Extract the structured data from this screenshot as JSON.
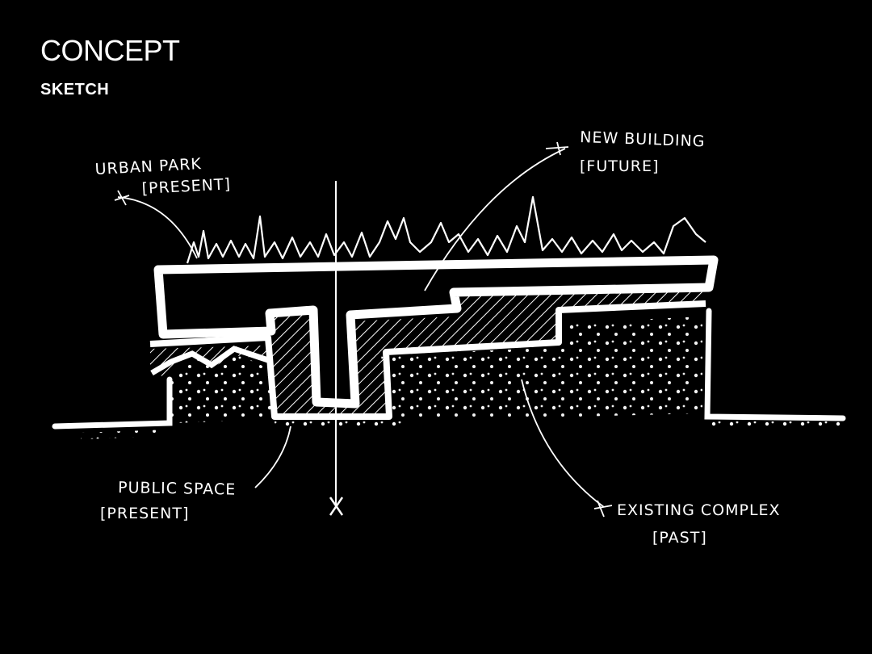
{
  "header": {
    "title": "CONCEPT",
    "subtitle": "SKETCH"
  },
  "labels": {
    "urban_park": {
      "name": "URBAN PARK",
      "era": "[PRESENT]"
    },
    "new_building": {
      "name": "NEW BUILDING",
      "era": "[FUTURE]"
    },
    "public_space": {
      "name": "PUBLIC SPACE",
      "era": "[PRESENT]"
    },
    "existing_complex": {
      "name": "EXISTING COMPLEX",
      "era": "[PAST]"
    }
  },
  "colors": {
    "background": "#000000",
    "ink": "#ffffff"
  }
}
